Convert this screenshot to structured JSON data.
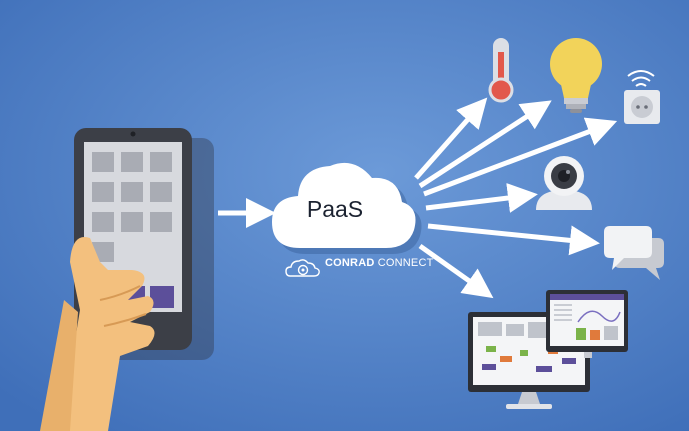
{
  "cloud": {
    "label": "PaaS"
  },
  "brand": {
    "name_bold": "CONRAD",
    "name_regular": " CONNECT"
  },
  "colors": {
    "background": "#4f7fc6",
    "arrow": "#ffffff",
    "phone": "#3c3f47",
    "accent": "#5c4f9a",
    "bulb": "#f2d35a",
    "thermometer": "#e2584b"
  },
  "icons": [
    "thermometer-icon",
    "light-bulb-icon",
    "smart-plug-icon",
    "camera-icon",
    "chat-bubble-icon",
    "dashboard-monitor-icon",
    "smartphone-icon",
    "hand-icon",
    "cloud-icon"
  ]
}
